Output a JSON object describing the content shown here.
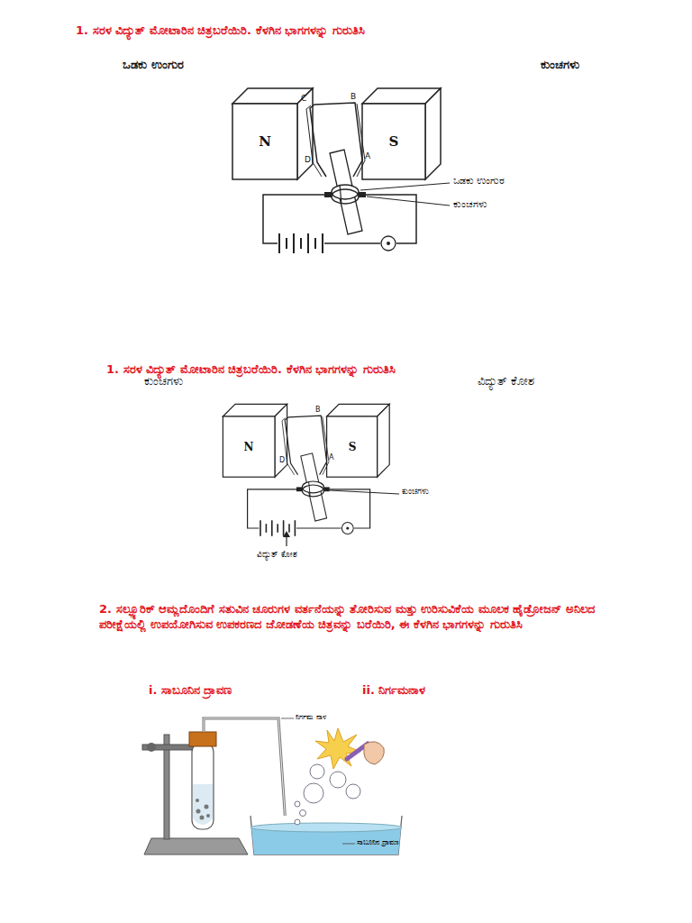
{
  "diagram": {
    "nodes": [
      {
        "text": [
          "N"
        ]
      },
      {
        "text": [
          "S"
        ]
      },
      {
        "text": [
          "N"
        ]
      },
      {
        "text": [
          "S"
        ]
      }
    ],
    "labels": [
      "1. ಸರಳ ವಿದ್ಯುತ್ ಮೋಟಾರಿನ ಚಿತ್ರಬರೆಯಿರಿ. ಕೆಳಗಿನ ಭಾಗಗಳನ್ನು ಗುರುತಿಸಿ",
      "ಒಡಕು ಉಂಗುರ",
      "ಕುಂಚಗಳು",
      "C",
      "B",
      "D",
      "A",
      "ಒಡಕು ಉಂಗುರ",
      "ಕುಂಚಗಳು",
      "1. ಸರಳ ವಿದ್ಯುತ್ ಮೋಟಾರಿನ ಚಿತ್ರಬರೆಯಿರಿ. ಕೆಳಗಿನ ಭಾಗಗಳನ್ನು ಗುರುತಿಸಿ",
      "ಕುಂಚಗಳು",
      "ವಿದ್ಯುತ್ ಕೋಶ",
      "B",
      "D",
      "A",
      "ಕುಂಚಗಳು",
      "ವಿದ್ಯುತ್ ಕೋಶ",
      "2. ಸಲ್ಫ್ಯೂರಿಕ್ ಆಮ್ಲದೊಂದಿಗೆ ಸತುವಿನ ಚೂರುಗಳ ವರ್ತನೆಯನ್ನು ತೋರಿಸುವ ಮತ್ತು ಉರಿಸುವಿಕೆಯ ಮೂಲಕ ಹೈಡ್ರೋಜನ್ ಅನಿಲದ ಪರೀಕ್ಷೆಯಲ್ಲಿ ಉಪಯೋಗಿಸುವ ಉಪಕರಣದ ಜೋಡಣೆಯ ಚಿತ್ರವನ್ನು ಬರೆಯಿರಿ, ಈ ಕೆಳಗಿನ ಭಾಗಗಳನ್ನು ಗುರುತಿಸಿ",
      "i. ಸಾಬೂನಿನ ದ್ರಾವಣ",
      "ii. ನಿರ್ಗಮನಾಳ",
      "ನಿರ್ಗಮ ನಾಳ",
      "ಸಾಬೂನಿನ ದ್ರಾವಣ"
    ]
  }
}
